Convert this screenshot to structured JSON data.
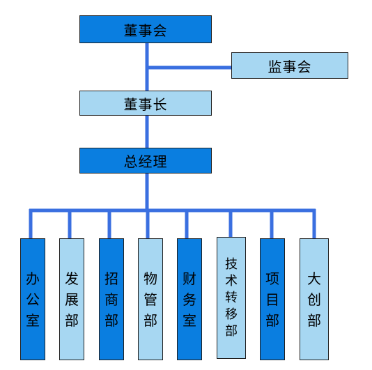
{
  "colors": {
    "dark": "#0a7ee0",
    "light": "#a7d7f2",
    "connector": "#3a6fe0",
    "border": "#1f1f1f"
  },
  "nodes": {
    "board": "董事会",
    "supervisors": "监事会",
    "chairman": "董事长",
    "general_manager": "总经理"
  },
  "departments": [
    {
      "label": "办公室",
      "style": "dark"
    },
    {
      "label": "发展部",
      "style": "light"
    },
    {
      "label": "招商部",
      "style": "dark"
    },
    {
      "label": "物管部",
      "style": "light"
    },
    {
      "label": "财务室",
      "style": "dark"
    },
    {
      "label": "技术转移部",
      "style": "light"
    },
    {
      "label": "项目部",
      "style": "dark"
    },
    {
      "label": "大创部",
      "style": "light"
    }
  ]
}
